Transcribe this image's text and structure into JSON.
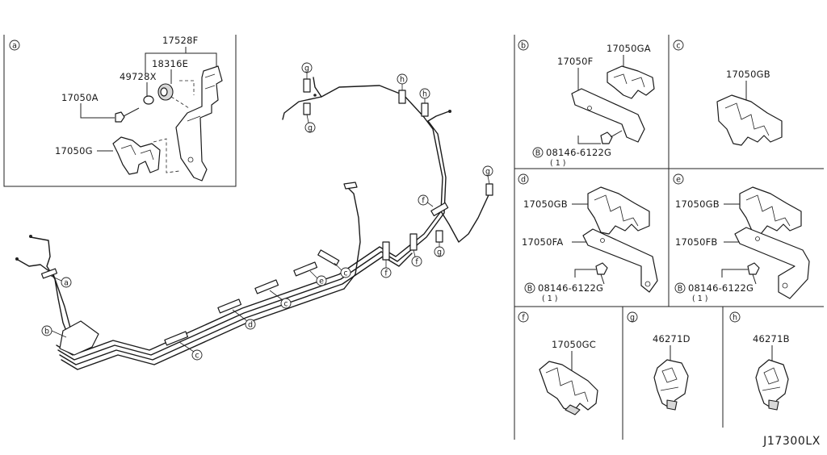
{
  "diagram_id": "J17300LX",
  "panels": {
    "a": {
      "label": "a",
      "parts": {
        "bracket": "17528F",
        "clip_rubber": "18316E",
        "collar": "49728X",
        "bolt": "17050A",
        "clamp": "17050G"
      }
    },
    "b": {
      "label": "b",
      "parts": {
        "clamp": "17050GA",
        "bracket": "17050F",
        "bolt": "08146-6122G",
        "bolt_qty": "( 1 )",
        "bolt_prefix": "B"
      }
    },
    "c": {
      "label": "c",
      "parts": {
        "clamp": "17050GB"
      }
    },
    "d": {
      "label": "d",
      "parts": {
        "clamp": "17050GB",
        "bracket": "17050FA",
        "bolt": "08146-6122G",
        "bolt_qty": "( 1 )",
        "bolt_prefix": "B"
      }
    },
    "e": {
      "label": "e",
      "parts": {
        "clamp": "17050GB",
        "bracket": "17050FB",
        "bolt": "08146-6122G",
        "bolt_qty": "( 1 )",
        "bolt_prefix": "B"
      }
    },
    "f": {
      "label": "f",
      "parts": {
        "clamp": "17050GC"
      }
    },
    "g": {
      "label": "g",
      "parts": {
        "clip": "46271D"
      }
    },
    "h": {
      "label": "h",
      "parts": {
        "clip": "46271B"
      }
    }
  },
  "callouts": {
    "main_a": "a",
    "main_b": "b",
    "main_c1": "c",
    "main_d": "d",
    "main_c2": "c",
    "main_e": "e",
    "main_c3": "c",
    "main_f1": "f",
    "main_f2": "f",
    "main_f3": "f",
    "main_g1": "g",
    "main_g2": "g",
    "main_g3": "g",
    "main_g4": "g",
    "main_h1": "h",
    "main_h2": "h"
  }
}
